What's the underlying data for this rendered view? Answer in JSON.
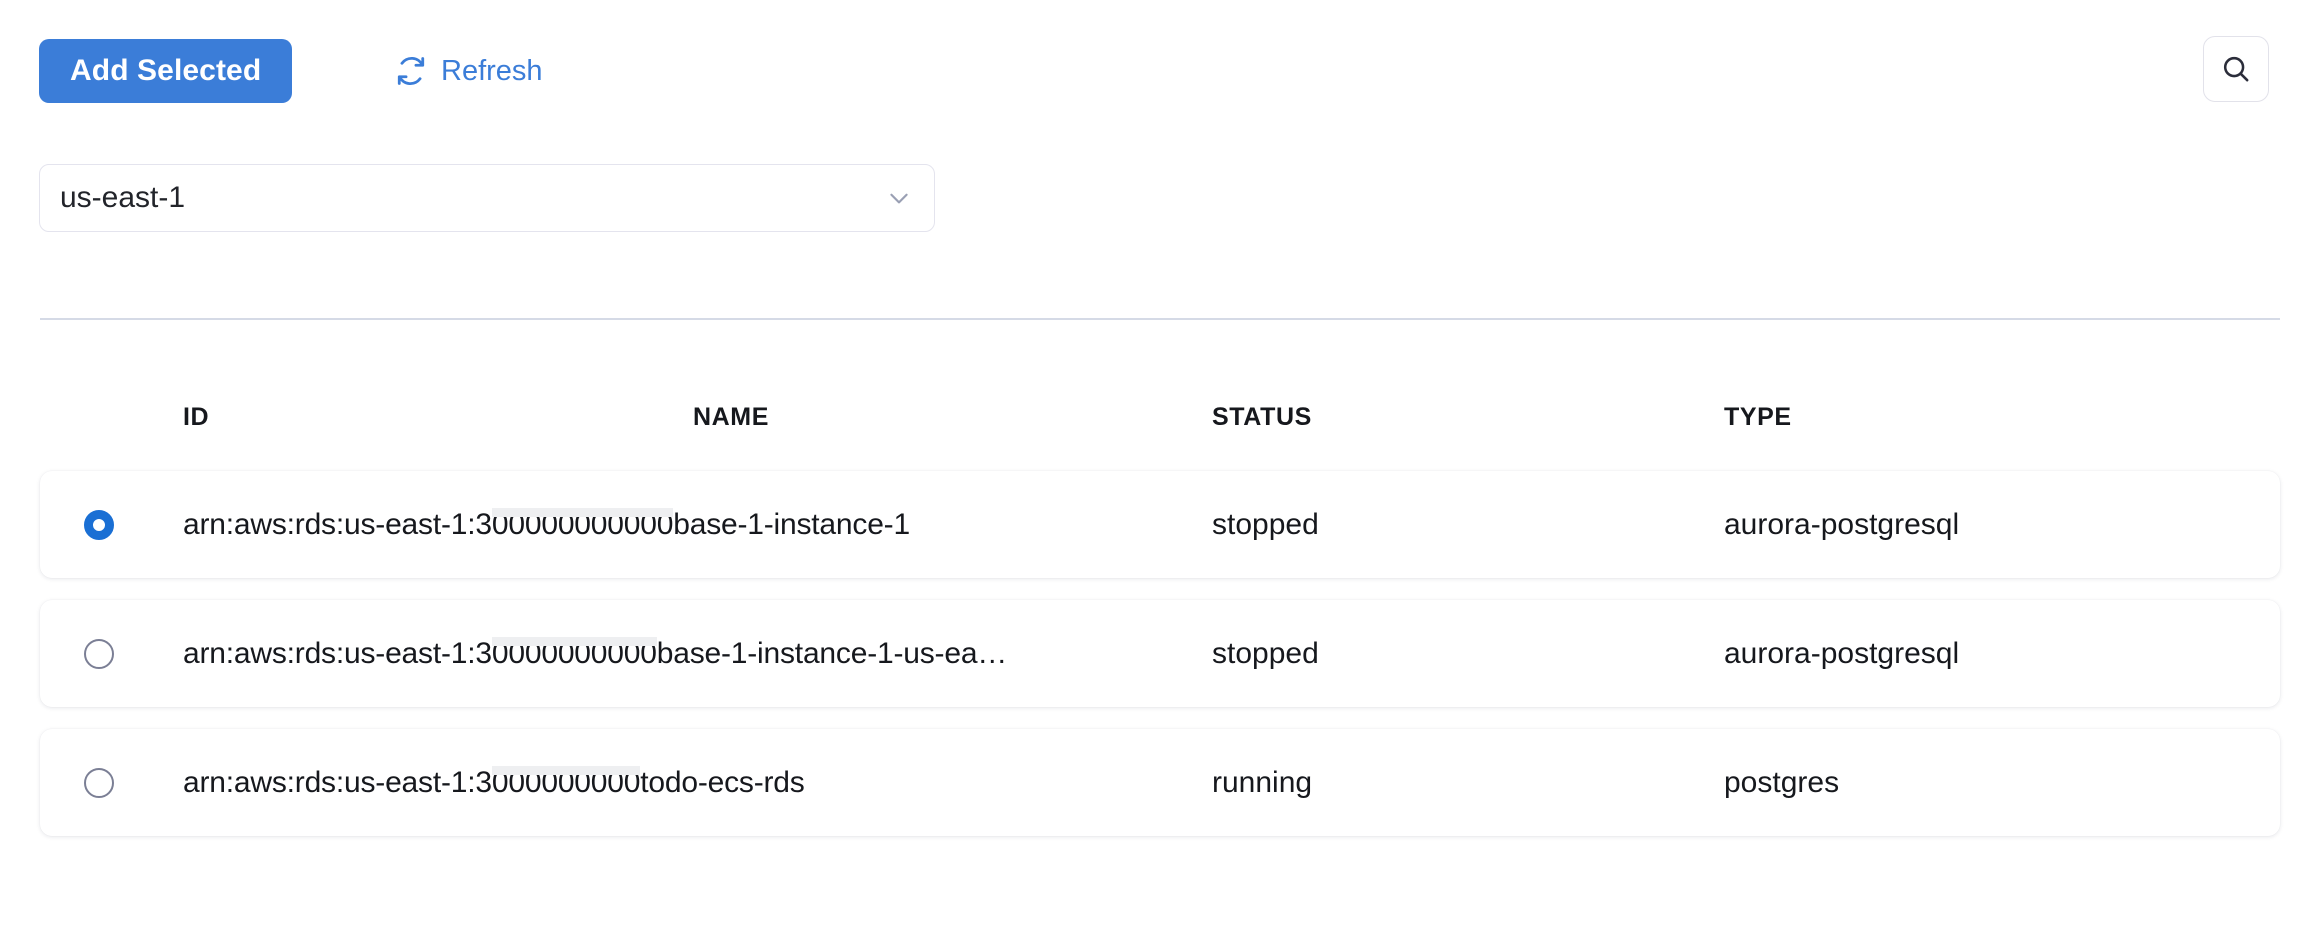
{
  "toolbar": {
    "add_selected_label": "Add Selected",
    "refresh_label": "Refresh",
    "refresh_icon": "refresh-icon",
    "search_icon": "search-icon",
    "accent_color": "#3b7dd8"
  },
  "region_filter": {
    "selected": "us-east-1",
    "chevron_icon": "chevron-down-icon",
    "options": [
      "us-east-1"
    ]
  },
  "table": {
    "columns": [
      "ID",
      "NAME",
      "STATUS",
      "TYPE"
    ],
    "rows": [
      {
        "selected": true,
        "id_prefix": "arn:aws:rds:us-east-1:3",
        "id_redacted": "00000000000",
        "id_suffix": "base-1-instance-1",
        "name": "",
        "status": "stopped",
        "type": "aurora-postgresql"
      },
      {
        "selected": false,
        "id_prefix": "arn:aws:rds:us-east-1:3",
        "id_redacted": "0000000000",
        "id_suffix": "base-1-instance-1-us-ea…",
        "name": "",
        "status": "stopped",
        "type": "aurora-postgresql"
      },
      {
        "selected": false,
        "id_prefix": "arn:aws:rds:us-east-1:3",
        "id_redacted": "000000000",
        "id_suffix": "todo-ecs-rds",
        "name": "",
        "status": "running",
        "type": "postgres"
      }
    ]
  }
}
